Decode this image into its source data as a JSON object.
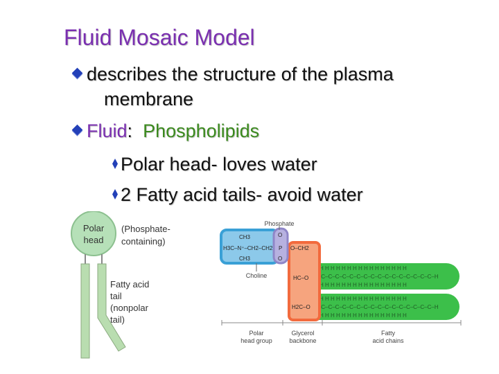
{
  "slide": {
    "title": "Fluid Mosaic Model",
    "bullets": [
      {
        "line1": "describes the structure of the plasma",
        "line2": "membrane"
      },
      {
        "fluid": "Fluid",
        "colon": ":",
        "rest": "Phospholipids"
      }
    ],
    "subbullets": [
      "Polar head- loves water",
      "2 Fatty acid tails- avoid water"
    ]
  },
  "left_diagram": {
    "head_label_1": "Polar",
    "head_label_2": "head",
    "head_note_1": "(Phosphate-",
    "head_note_2": "containing)",
    "tail_1": "Fatty acid",
    "tail_2": "tail",
    "tail_3": "(nonpolar",
    "tail_4": "tail)"
  },
  "right_diagram": {
    "phosphate": "Phosphate",
    "choline": "Choline",
    "ch3_top": "CH3",
    "ch3_bottom": "CH3",
    "choline_chain": "H3C–N⁺–CH2–CH2",
    "o1": "O",
    "o2": "O",
    "p": "P",
    "ch2": "O–CH2",
    "hc": "HC–O",
    "h2c": "H2C–O",
    "label_polar_1": "Polar",
    "label_polar_2": "head group",
    "label_glycerol_1": "Glycerol",
    "label_glycerol_2": "backbone",
    "label_fatty_1": "Fatty",
    "label_fatty_2": "acid chains"
  },
  "colors": {
    "title": "#7a2fb0",
    "fluid_word": "#7a2fb0",
    "phospholipids_word": "#3b8a1e",
    "bullet": "#2340b8",
    "choline_box": "#3aa0d6",
    "phosphate_box": "#8f86c8",
    "glycerol_box": "#f26a3d",
    "fatty_chain": "#3cbf4a"
  }
}
